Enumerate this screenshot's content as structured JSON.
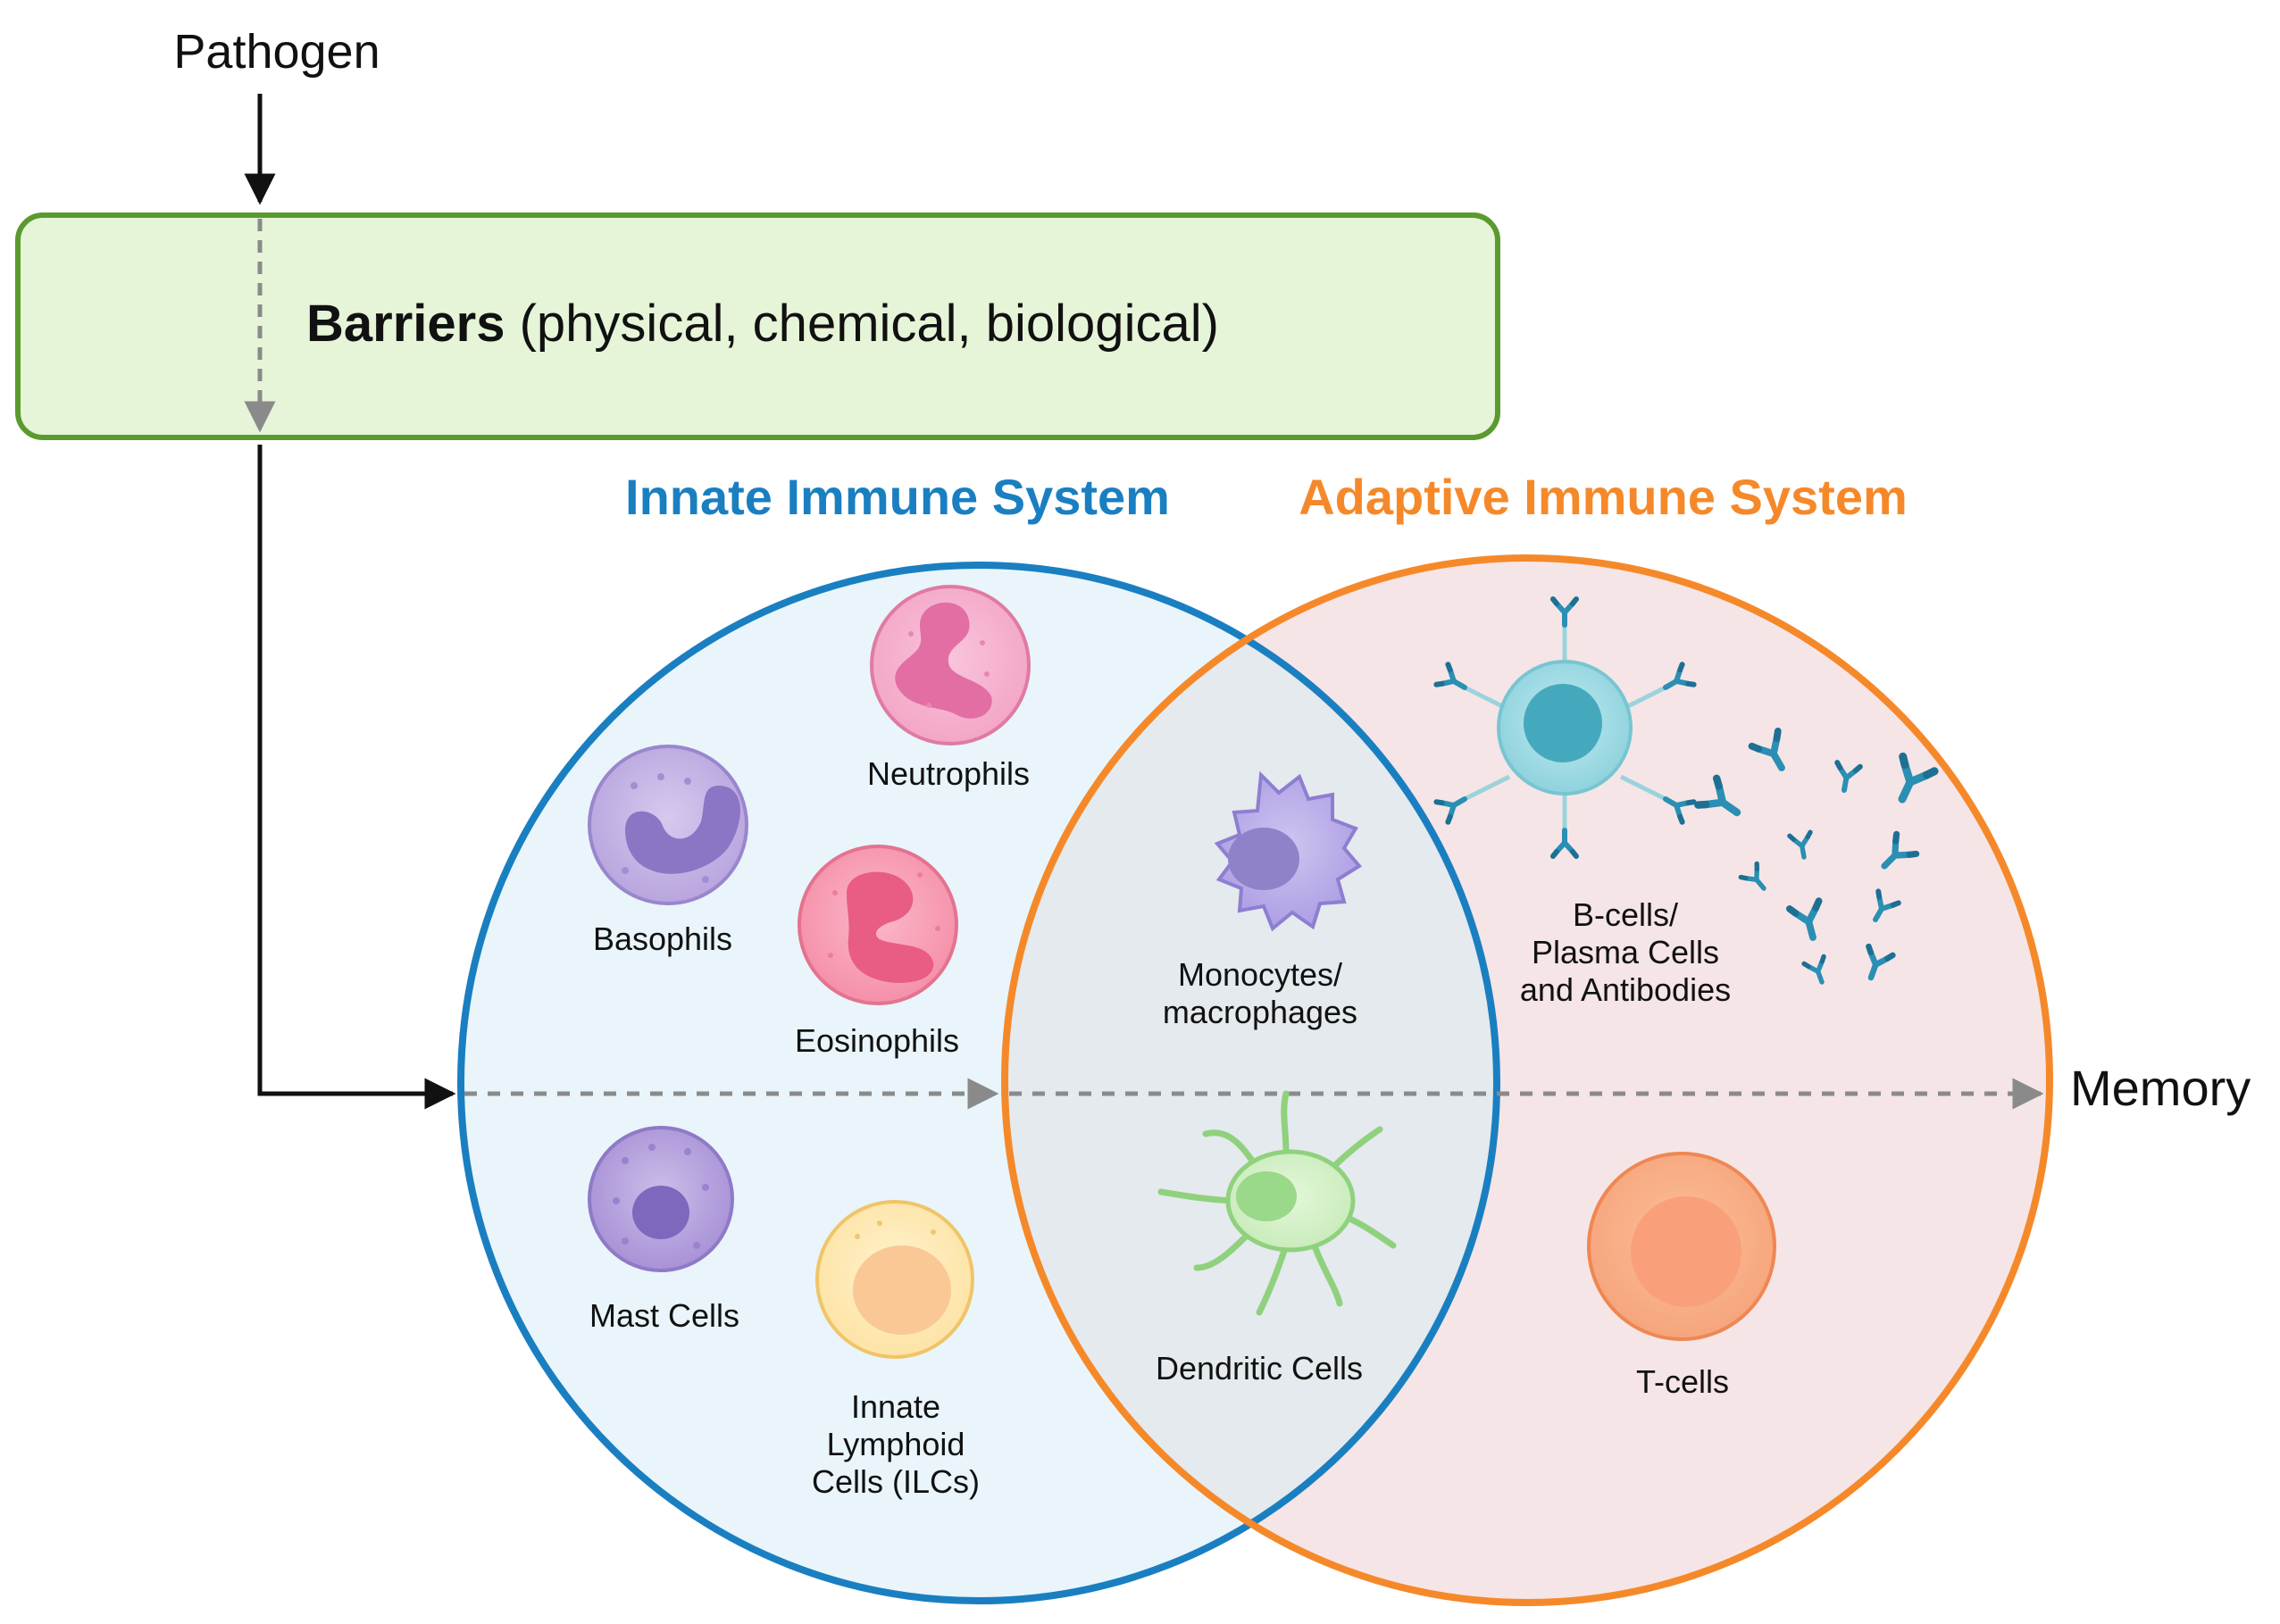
{
  "pathogen": "Pathogen",
  "barriers": {
    "bold": "Barriers",
    "rest": " (physical, chemical, biological)"
  },
  "innate_title": "Innate Immune System",
  "adaptive_title": "Adaptive Immune System",
  "memory": "Memory",
  "cells": {
    "neutrophils": "Neutrophils",
    "basophils": "Basophils",
    "eosinophils": "Eosinophils",
    "monocytes": [
      "Monocytes/",
      "macrophages"
    ],
    "bcells": [
      "B-cells/",
      "Plasma Cells",
      "and Antibodies"
    ],
    "mast": "Mast Cells",
    "ilc": [
      "Innate",
      "Lymphoid",
      "Cells (ILCs)"
    ],
    "dendritic": "Dendritic Cells",
    "tcells": "T-cells"
  },
  "colors": {
    "innate": "#1a7fc1",
    "adaptive": "#f5892a",
    "barrier_fill": "#e6f4d8",
    "barrier_stroke": "#5a9a2e"
  }
}
